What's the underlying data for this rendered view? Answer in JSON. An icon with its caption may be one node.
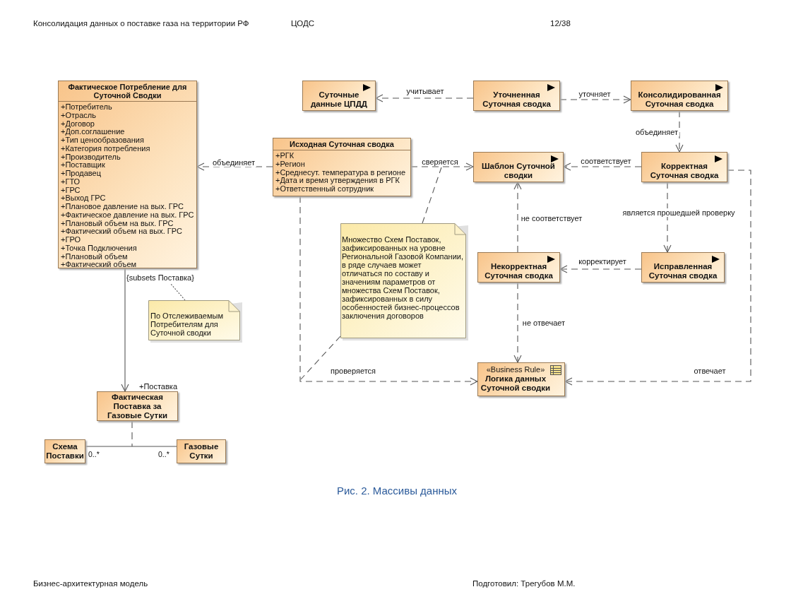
{
  "diagram": {
    "caption": "Рис. 2. Массивы данных",
    "nodes": [
      {
        "text": [
          "Фактическое Потребление для Суточной Сводки",
          "+Потребитель",
          "+Отрасль",
          "+Договор",
          "+Доп.соглашение",
          "+Тип ценообразования",
          "+Категория потребления",
          "+Производитель",
          "+Поставщик",
          "+Продавец",
          "+ГТО",
          "+ГРС",
          "+Выход ГРС",
          "+Плановое давление на вых. ГРС",
          "+Фактическое давление на вых. ГРС",
          "+Плановый объем на вых. ГРС",
          "+Фактический объем на вых. ГРС",
          "+ГРО",
          "+Точка Подключения",
          "+Плановый объем",
          "+Фактический объем"
        ]
      },
      {
        "text": [
          "Исходная Суточная сводка",
          "+РГК",
          "+Регион",
          "+Среднесут. температура в регионе",
          "+Дата и время утверждения в РГК",
          "+Ответственный сотрудник"
        ]
      },
      {
        "text": [
          "Суточные данные ЦПДД"
        ]
      },
      {
        "text": [
          "Уточненная Суточная сводка"
        ]
      },
      {
        "text": [
          "Консолидированная Суточная сводка"
        ]
      },
      {
        "text": [
          "Шаблон Суточной сводки"
        ]
      },
      {
        "text": [
          "Корректная Суточная сводка"
        ]
      },
      {
        "text": [
          "Некорректная Суточная сводка"
        ]
      },
      {
        "text": [
          "Исправленная Суточная сводка"
        ]
      },
      {
        "text": [
          "«Business Rule»",
          "Логика данных Суточной сводки"
        ]
      },
      {
        "text": [
          "Множество Схем Поставок, зафиксированных на уровне Региональной Газовой Компании, в ряде случаев может отличаться по составу и значениям параметров от множества Схем Поставок, зафиксированных в силу особенностей бизнес-процессов заключения договоров"
        ]
      },
      {
        "text": [
          "По Отслеживаемым Потребителям для Суточной сводки"
        ]
      },
      {
        "text": [
          "Фактическая Поставка за Газовые Сутки"
        ]
      },
      {
        "text": [
          "Схема Поставки"
        ]
      },
      {
        "text": [
          "Газовые Сутки"
        ]
      },
      {
        "text": [
          "{subsets Поставка}"
        ]
      }
    ],
    "edges": [
      {
        "from": 1,
        "to": 0,
        "arrow": "to",
        "label": "объединяет",
        "style": "dashed"
      },
      {
        "from": 3,
        "to": 2,
        "arrow": "to",
        "label": "учитывает",
        "style": "dashed"
      },
      {
        "from": 3,
        "to": 4,
        "arrow": "to",
        "label": "уточняет",
        "style": "dashed"
      },
      {
        "from": 4,
        "to": 6,
        "arrow": "to",
        "label": "объединяет",
        "style": "dashed"
      },
      {
        "from": 1,
        "to": 5,
        "arrow": "to",
        "label": "сверяется",
        "style": "dashed"
      },
      {
        "from": 6,
        "to": 5,
        "arrow": "to",
        "label": "соответствует",
        "style": "dashed"
      },
      {
        "from": 7,
        "to": 5,
        "arrow": "to",
        "label": "не соответствует",
        "style": "dashed"
      },
      {
        "from": 6,
        "to": 8,
        "arrow": "to",
        "label": "является прошедшей проверку",
        "style": "dashed"
      },
      {
        "from": 8,
        "to": 7,
        "arrow": "to",
        "label": "корректирует",
        "style": "dashed"
      },
      {
        "from": 7,
        "to": 9,
        "arrow": "to",
        "label": "не отвечает",
        "style": "dashed"
      },
      {
        "from": 1,
        "to": 9,
        "arrow": "to",
        "label": "проверяется",
        "style": "dashed"
      },
      {
        "from": 6,
        "to": 9,
        "arrow": "to",
        "label": "отвечает",
        "style": "dashed"
      },
      {
        "from": 10,
        "to": null,
        "arrow": "none",
        "style": "dashed"
      },
      {
        "from": 10,
        "to": null,
        "arrow": "none",
        "style": "dashed"
      },
      {
        "from": 0,
        "to": 12,
        "arrow": "to",
        "label": "+Поставка"
      },
      {
        "from": 13,
        "to": 14,
        "arrow": "none"
      },
      {
        "from": 12,
        "to": null,
        "arrow": "none",
        "style": "dashed"
      },
      {
        "from": 11,
        "to": 15,
        "arrow": "none",
        "style": "dashed"
      }
    ],
    "labels": [
      "Консолидация данных о поставке газа на территории РФ",
      "ЦОДС",
      "12/38",
      "0..*",
      "0..*",
      "Бизнес-архитектурная модель",
      "Подготовил: Трегубов М.М."
    ]
  }
}
